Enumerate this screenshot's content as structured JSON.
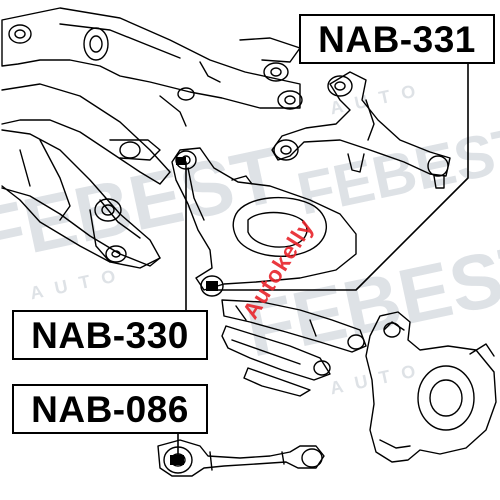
{
  "callouts": {
    "part_331": "NAB-331",
    "part_330": "NAB-330",
    "part_086": "NAB-086"
  },
  "watermarks": {
    "brand_repeat": "FEBEST",
    "auto_repeat": "AUTO",
    "red_mark": "Autokelly"
  },
  "colors": {
    "line": "#000000",
    "watermark_gray": "#d7dbe0",
    "red_mark": "#e8232a"
  }
}
